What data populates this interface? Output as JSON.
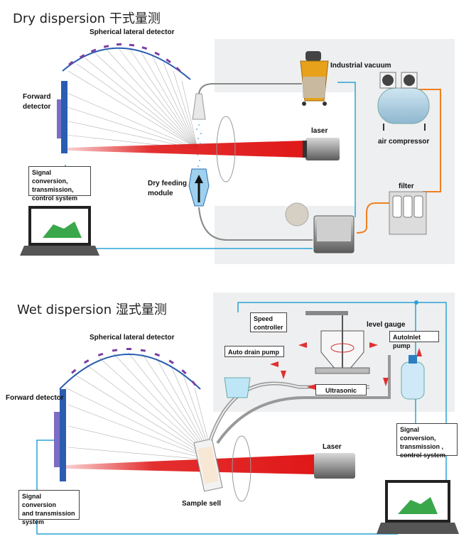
{
  "dry": {
    "title": "Dry dispersion 干式量测",
    "spherical_detector": "Spherical lateral detector",
    "forward_detector": "Forward\ndetector",
    "signal_box": "Signal conversion,\ntransmission,\ncontrol system",
    "dry_feeding": "Dry feeding\nmodule",
    "laser": "laser",
    "industrial_vacuum": "Industrial vacuum",
    "air_compressor": "air compressor",
    "filter": "filter"
  },
  "wet": {
    "title": "Wet dispersion 湿式量测",
    "spherical_detector": "Spherical lateral detector",
    "forward_detector": "Forward detector",
    "signal_box_left": "Signal conversion\nand transmission\nsystem",
    "signal_box_right": "Signal conversion,\ntransmission ,\ncontrol system",
    "speed_controller": "Speed\ncontroller",
    "level_gauge": "level gauge",
    "auto_drain_pump": "Auto drain pump",
    "auto_inlet_pump": "AutoInlet pump",
    "ultrasonic": "Ultrasonic",
    "laser": "Laser",
    "sample_cell": "Sample sell"
  },
  "colors": {
    "blue_line": "#2aa3d6",
    "orange_line": "#f07f1e",
    "gray_line": "#888888",
    "laser_red": "#e01818",
    "detector_purple": "#7b3fa0",
    "panel_gray": "#eeeff0"
  }
}
